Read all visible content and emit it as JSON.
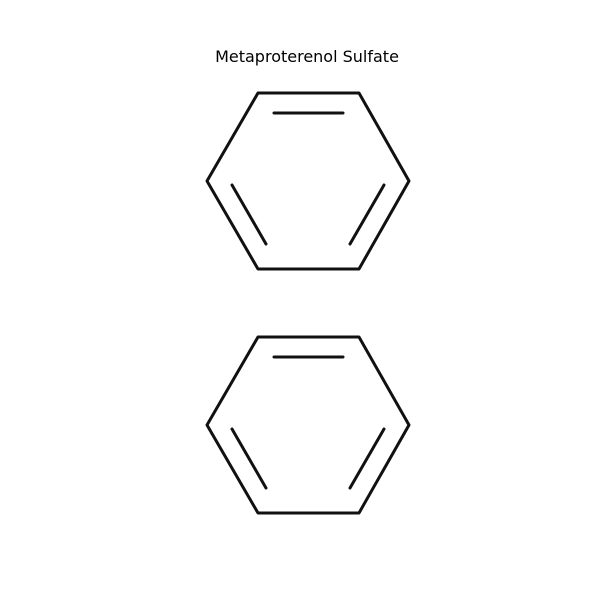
{
  "title": "Metaproterenol Sulfate",
  "bond_color": "#111111",
  "background_color": "#ffffff",
  "rings": [
    {
      "name": "upper-benzene-ring",
      "type": "benzene"
    },
    {
      "name": "lower-benzene-ring",
      "type": "benzene"
    }
  ]
}
